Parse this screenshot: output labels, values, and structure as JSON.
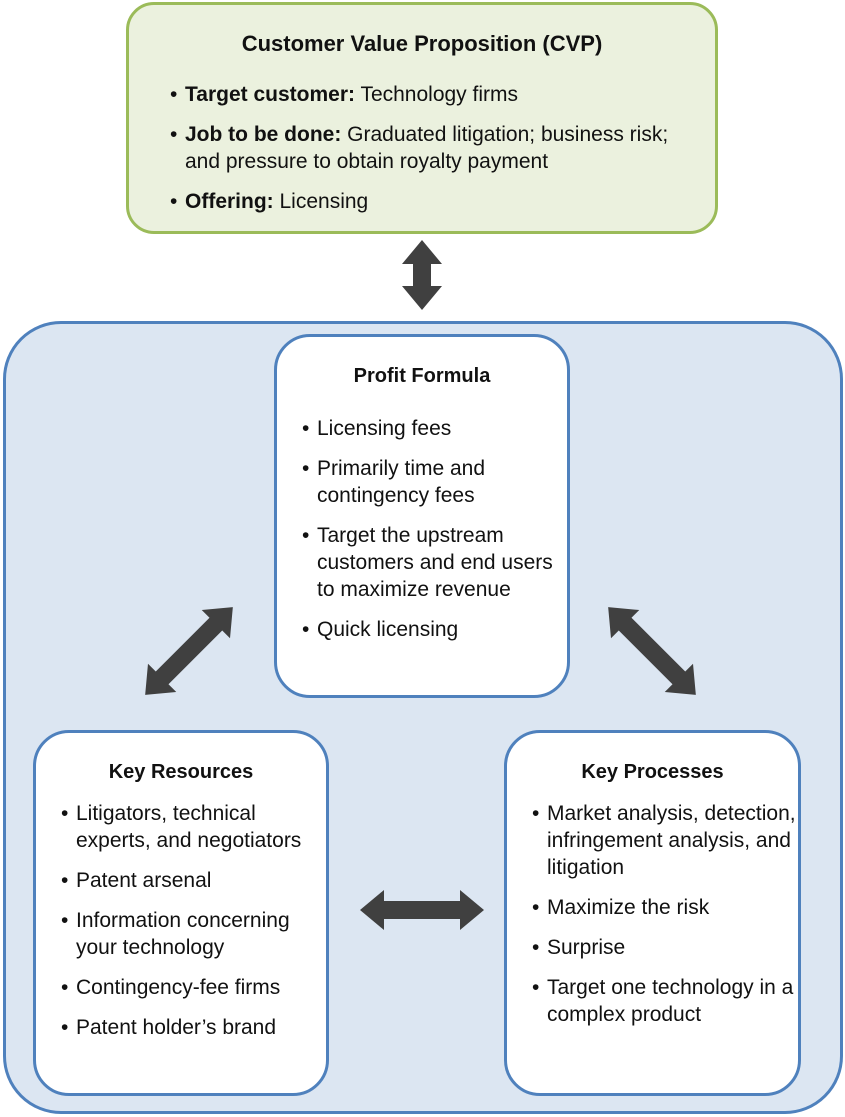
{
  "cvp": {
    "title": "Customer Value Proposition (CVP)",
    "items": [
      {
        "label": "Target customer:",
        "text": " Technology firms"
      },
      {
        "label": "Job to be done:",
        "text": " Graduated litigation; business risk; and pressure to obtain royalty payment"
      },
      {
        "label": "Offering:",
        "text": " Licensing"
      }
    ]
  },
  "profit_formula": {
    "title": "Profit Formula",
    "items": [
      "Licensing fees",
      "Primarily time and contingency fees",
      "Target the upstream customers and end users to maximize revenue",
      "Quick licensing"
    ]
  },
  "key_resources": {
    "title": "Key Resources",
    "items": [
      "Litigators, technical experts, and negotiators",
      "Patent arsenal",
      "Information concerning your technology",
      "Contingency-fee firms",
      "Patent holder’s brand"
    ]
  },
  "key_processes": {
    "title": "Key Processes",
    "items": [
      "Market analysis, detection, infringement analysis, and litigation",
      "Maximize the risk",
      "Surprise",
      "Target one technology in a complex product"
    ]
  },
  "colors": {
    "cvp_fill": "#ebf1de",
    "cvp_border": "#9bbb59",
    "outer_fill": "#dce6f2",
    "box_border": "#4f81bd",
    "arrow": "#404040"
  }
}
